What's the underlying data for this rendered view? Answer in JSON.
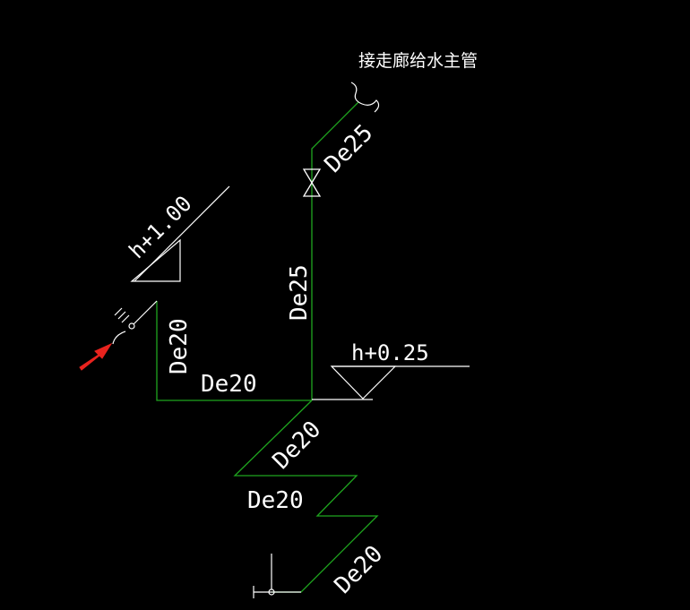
{
  "drawing": {
    "main_pipe_label": "接走廊给水主管",
    "pipe_labels": {
      "upper_diagonal": "De25",
      "riser": "De25",
      "left_riser": "De20",
      "horizontal": "De20",
      "zigzag_1": "De20",
      "zigzag_2": "De20",
      "zigzag_3": "De20"
    },
    "elevations": {
      "upper": "h+1.00",
      "lower": "h+0.25"
    },
    "colors": {
      "background": "#000000",
      "pipe": "#1fa51f",
      "annotation": "#ffffff",
      "arrow": "#e8231e"
    },
    "icons": [
      "valve-icon",
      "faucet-icon",
      "break-symbol-icon",
      "pointer-arrow-icon"
    ]
  }
}
